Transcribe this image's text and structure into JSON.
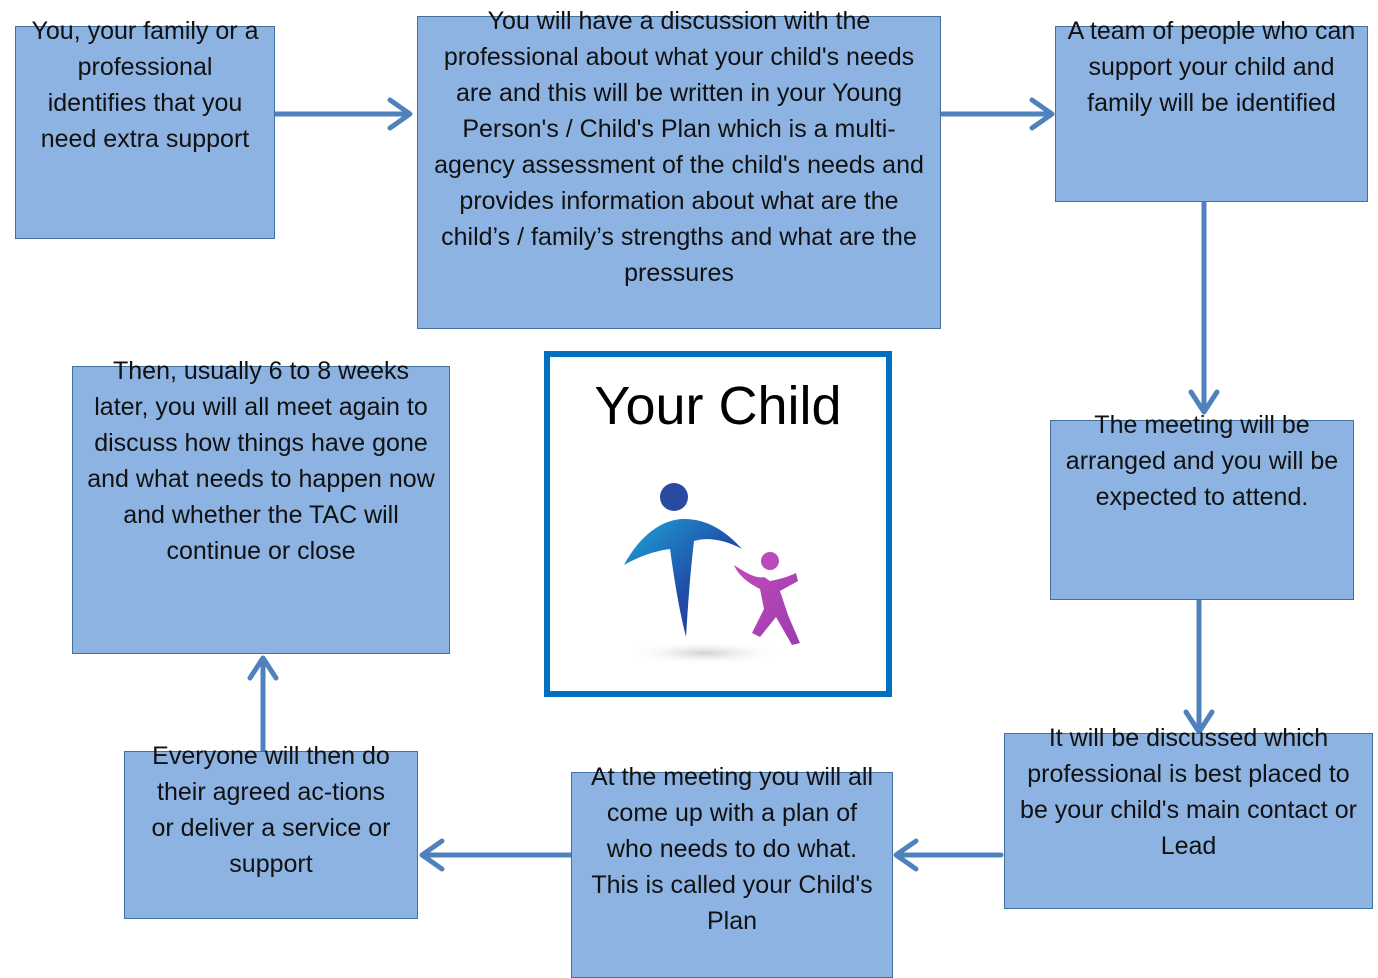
{
  "center": {
    "title": "Your Child"
  },
  "steps": {
    "s1": "You, your family or a professional identifies that you need extra support",
    "s2": "You will have a discussion with the professional about what your child's needs are and this will be written in your Young Person's / Child's Plan which is a multi-agency assessment of the child's needs and provides information about what are the child’s / family’s strengths and what are the pressures",
    "s3": "A team of people who can support your child and family will be identified",
    "s4": "The meeting will be arranged and you will be expected to attend.",
    "s5": "It will be discussed which professional is best placed to be your child's main contact or Lead",
    "s6": "At the meeting you will all come up with a plan of who needs to do what.  This is called your Child's Plan",
    "s7": "Everyone will then do their agreed ac-tions or deliver a service or support",
    "s8": "Then, usually 6 to 8 weeks later, you will all meet again to discuss how things have gone and what needs to happen now and whether the TAC will continue or close"
  },
  "colors": {
    "box_fill": "#8db3e2",
    "box_border": "#41719c",
    "arrow": "#4f81bd",
    "center_border": "#0070c0"
  }
}
